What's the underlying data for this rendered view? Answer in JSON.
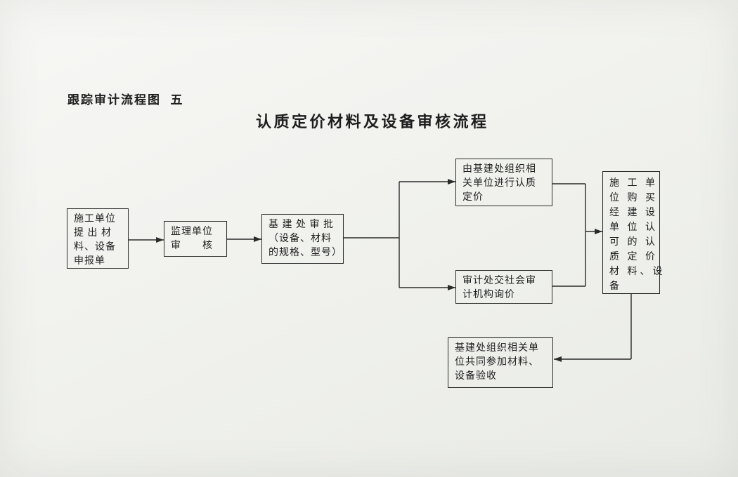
{
  "colors": {
    "ink": "#2b2b2b",
    "paper": "#eff0ec"
  },
  "header": {
    "figure_label": "跟踪审计流程图  五"
  },
  "title": "认质定价材料及设备审核流程",
  "nodes": {
    "declaration": {
      "text": "施工单位\n提 出 材\n料、设备\n申报单"
    },
    "supervision": {
      "text": "监理单位\n审　　核"
    },
    "infra_approval": {
      "text": "基 建 处 审 批\n（设备、材料\n的规格、型号）"
    },
    "organize_pricing": {
      "text": "由基建处组织相\n关单位进行认质\n定价"
    },
    "audit_inquiry": {
      "text": "审计处交社会审\n计机构询价"
    },
    "purchase": {
      "text": "施 工 单\n位 购 买\n经 建 设\n单 位 认\n可 的 认\n质 定 价\n材 料、设\n备"
    },
    "acceptance": {
      "text": "基建处组织相关单\n位共同参加材料、\n设备验收"
    }
  }
}
